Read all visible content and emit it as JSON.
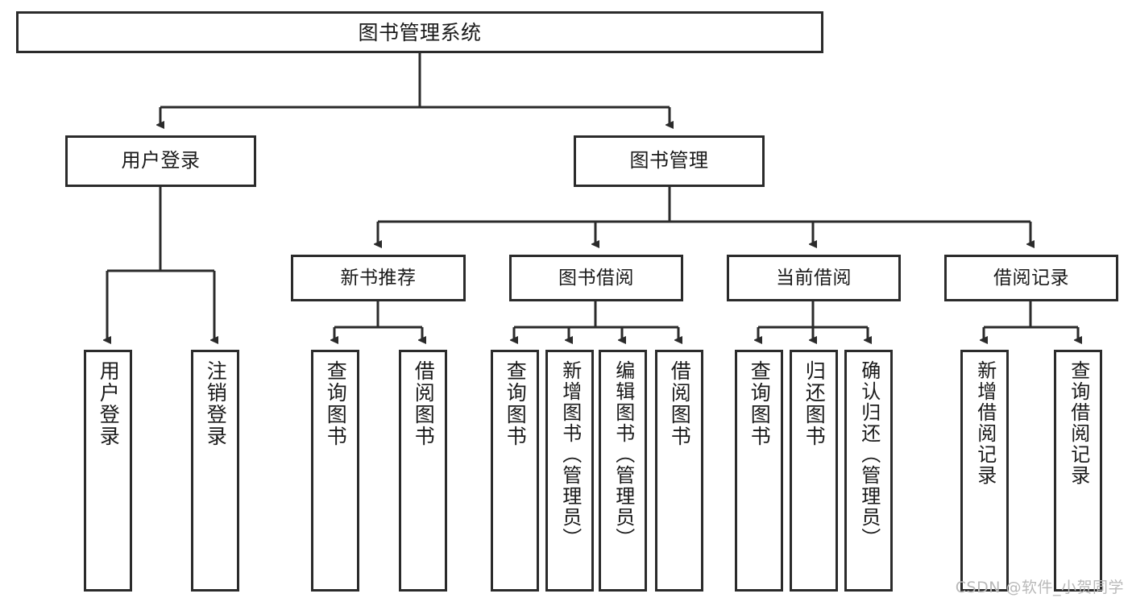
{
  "diagram": {
    "title": "图书管理系统",
    "type": "hierarchy-tree",
    "stroke_color": "#2b2b2b",
    "fill_color": "#ffffff",
    "text_color": "#1a1a1a"
  },
  "root": {
    "label": "图书管理系统"
  },
  "level2": [
    {
      "label": "用户登录"
    },
    {
      "label": "图书管理"
    }
  ],
  "level3": [
    {
      "label": "新书推荐"
    },
    {
      "label": "图书借阅"
    },
    {
      "label": "当前借阅"
    },
    {
      "label": "借阅记录"
    }
  ],
  "leaves": {
    "user_login": [
      {
        "label": "用户登录"
      },
      {
        "label": "注销登录"
      }
    ],
    "new_book_recommend": [
      {
        "label": "查询图书"
      },
      {
        "label": "借阅图书"
      }
    ],
    "book_borrow": [
      {
        "label": "查询图书"
      },
      {
        "label": "新增图书（管理员）"
      },
      {
        "label": "编辑图书（管理员）"
      },
      {
        "label": "借阅图书"
      }
    ],
    "current_borrow": [
      {
        "label": "查询图书"
      },
      {
        "label": "归还图书"
      },
      {
        "label": "确认归还（管理员）"
      }
    ],
    "borrow_record": [
      {
        "label": "新增借阅记录"
      },
      {
        "label": "查询借阅记录"
      }
    ]
  },
  "watermark": {
    "text": "CSDN @软件_小贺同学",
    "color": "#b9b9b9"
  }
}
